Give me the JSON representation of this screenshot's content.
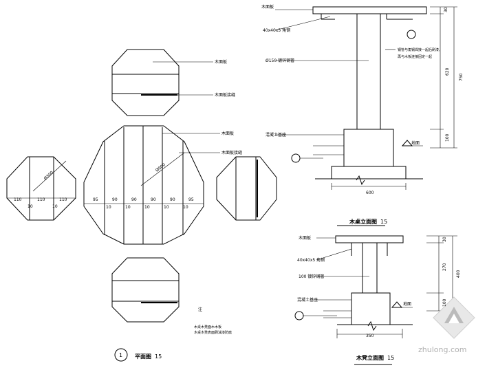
{
  "plan": {
    "title": "平面图",
    "scale": "15",
    "number": "1",
    "diameter": "Ø900",
    "side_diameter": "Ø300",
    "top_dims": [
      "95",
      "90",
      "90",
      "90",
      "90",
      "90",
      "95"
    ],
    "bottom_dims": [
      "10",
      "10",
      "10",
      "10",
      "10",
      "10"
    ],
    "side_top_dims": [
      "110",
      "110",
      "110"
    ],
    "side_bottom_dims": [
      "10",
      "10"
    ],
    "note_title": "注",
    "note_lines": [
      "木桌木凳面木木板",
      "木桌木凳表面刷油漆防腐"
    ]
  },
  "table_elev": {
    "title": "木桌立面图",
    "scale": "15",
    "labels": {
      "top_board": "木面板",
      "angle": "40x40x5 角钢",
      "pipe": "Ø150 镀锌钢管",
      "note_a": "钢管与角钢焊接一起后刷漆,",
      "note_b": "再与木板连接固定一起",
      "concrete": "混凝土基座",
      "ground": "地面"
    },
    "dims": {
      "top": "30",
      "mid": "620",
      "bottom": "100",
      "total": "750",
      "base": "600"
    }
  },
  "stool_elev": {
    "title": "木凳立面图",
    "scale": "15",
    "labels": {
      "top_board": "木面板",
      "angle": "40x40x5 角钢",
      "pipe": "100 镀锌钢管",
      "concrete": "混凝土基座",
      "ground": "地面"
    },
    "dims": {
      "top": "30",
      "mid": "270",
      "bottom": "100",
      "total": "400",
      "base": "350"
    }
  },
  "plan_labels": {
    "stool_board": "木面板",
    "stool_joint": "木面板接缝",
    "table_board": "木面板",
    "table_joint": "木面板接缝"
  },
  "watermark": "zhulong.com"
}
